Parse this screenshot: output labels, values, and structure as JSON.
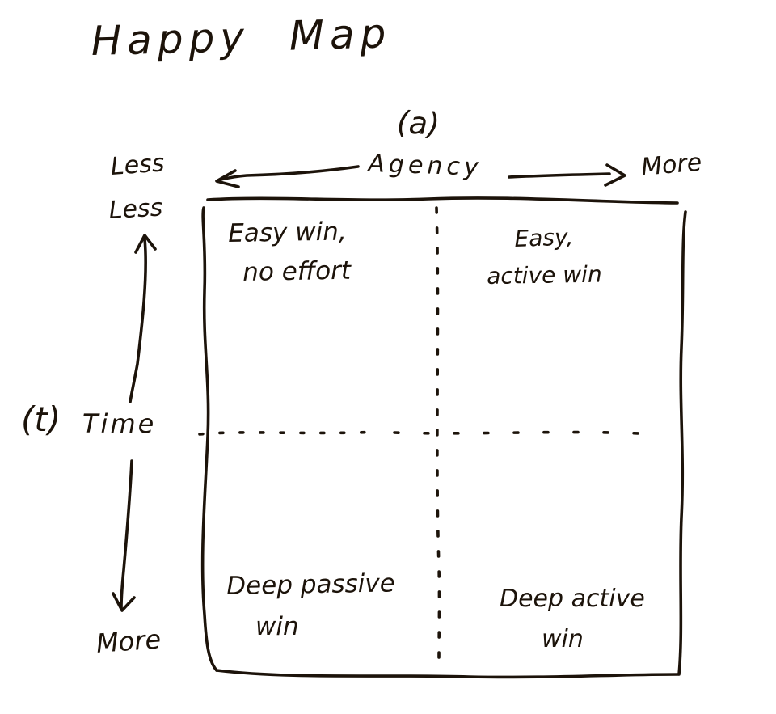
{
  "title": "Happy Map",
  "axes": {
    "agency": {
      "symbol": "(a)",
      "label": "Agency",
      "min_label": "Less",
      "max_label": "More"
    },
    "time": {
      "symbol": "(t)",
      "label": "Time",
      "min_label": "Less",
      "max_label": "More"
    }
  },
  "quadrants": {
    "top_left": {
      "line1": "Easy win,",
      "line2": "no effort"
    },
    "top_right": {
      "line1": "Easy,",
      "line2": "active win"
    },
    "bottom_left": {
      "line1": "Deep passive",
      "line2": "win"
    },
    "bottom_right": {
      "line1": "Deep active",
      "line2": "win"
    }
  },
  "colors": {
    "ink": "#1c130a",
    "paper": "#ffffff"
  }
}
